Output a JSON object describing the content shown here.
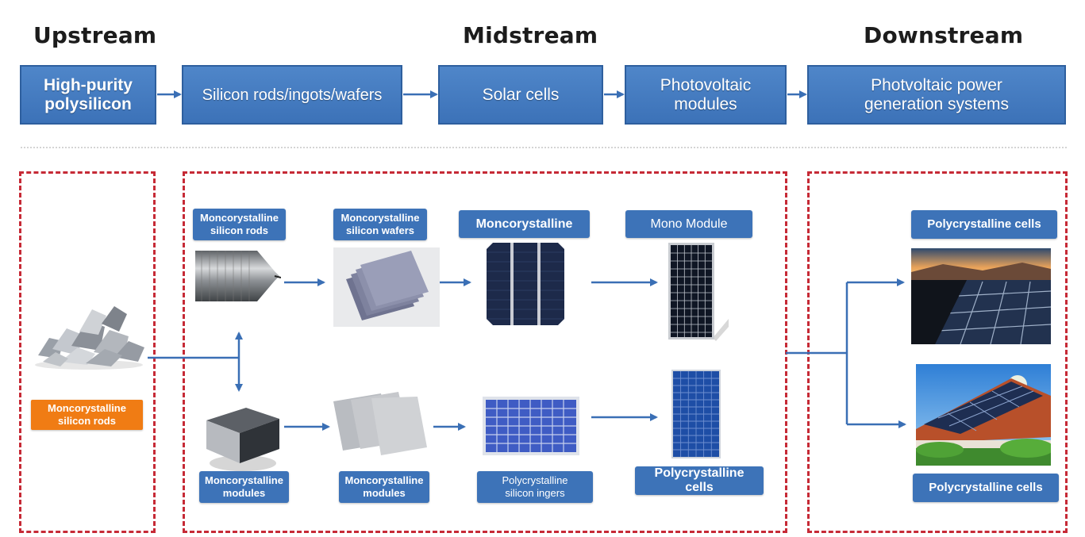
{
  "stages": {
    "upstream": "Upstream",
    "midstream": "Midstream",
    "downstream": "Downstream"
  },
  "flow": [
    "High-purity\npolysilicon",
    "Silicon rods/ingots/wafers",
    "Solar cells",
    "Photovoltaic\nmodules",
    "Photvoltaic power\ngeneration systems"
  ],
  "upstream_panel": {
    "label": "Moncorystalline\nsilicon rods"
  },
  "midstream_panel": {
    "mono_row": [
      "Moncorystalline\nsilicon rods",
      "Moncorystalline\nsilicon wafers",
      "Moncorystalline",
      "Mono Module"
    ],
    "poly_row": [
      "Moncorystalline\nmodules",
      "Moncorystalline\nmodules",
      "Polycrystalline\nsilicon ingers",
      "Polycrystalline cells"
    ]
  },
  "downstream_panel": {
    "top_label": "Polycrystalline cells",
    "bottom_label": "Polycrystalline cells"
  },
  "colors": {
    "flow_blue": "#3c72b8",
    "frame_red": "#c62a36",
    "label_orange": "#f07c14",
    "arrow_blue": "#3a6fb5"
  }
}
